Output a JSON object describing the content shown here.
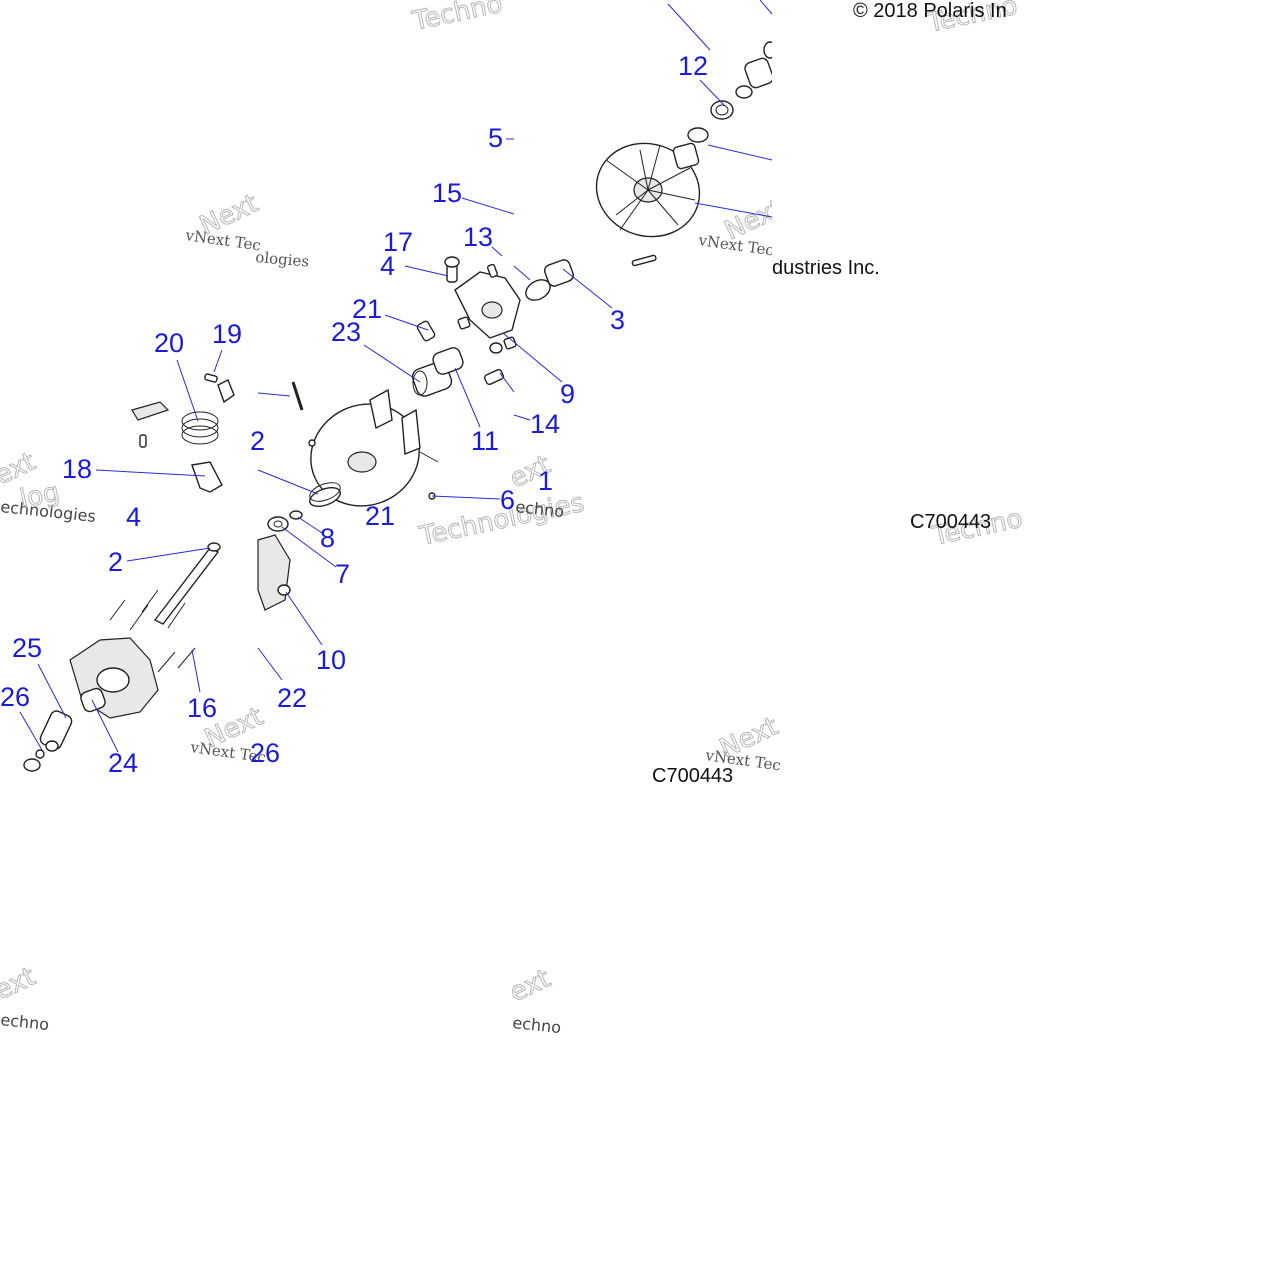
{
  "copyright": "© 2018 Polaris In",
  "company_fragment": "dustries Inc.",
  "figure_code": "C700443",
  "figure_code_partial": "C700443",
  "colors": {
    "callout": "#1b1bd6",
    "line_art": "#222222",
    "watermark": "#b8b8b8"
  },
  "watermarks": {
    "serif": "vNext Technologies",
    "serif_partial_tec": "vNext Tec",
    "outline": "Technologies",
    "outline_partial": "Technolo",
    "vnext": "vNext",
    "next": "Next",
    "echnologies": "echnologies",
    "echno": "echno",
    "ext": "ext",
    "log": "log",
    "ologies": "ologies",
    "techno": "Techno",
    "c700443_partial_tec": "vNext Tec"
  },
  "callouts": {
    "c1": "1",
    "c2": "2",
    "c2b": "2",
    "c3": "3",
    "c4": "4",
    "c4b": "4",
    "c5": "5",
    "c6": "6",
    "c7": "7",
    "c8": "8",
    "c9": "9",
    "c10": "10",
    "c11": "11",
    "c12": "12",
    "c13": "13",
    "c14": "14",
    "c15": "15",
    "c16": "16",
    "c17": "17",
    "c18": "18",
    "c19": "19",
    "c20": "20",
    "c21": "21",
    "c21b": "21",
    "c22": "22",
    "c23": "23",
    "c24": "24",
    "c25": "25",
    "c26": "26",
    "c26b": "26"
  }
}
